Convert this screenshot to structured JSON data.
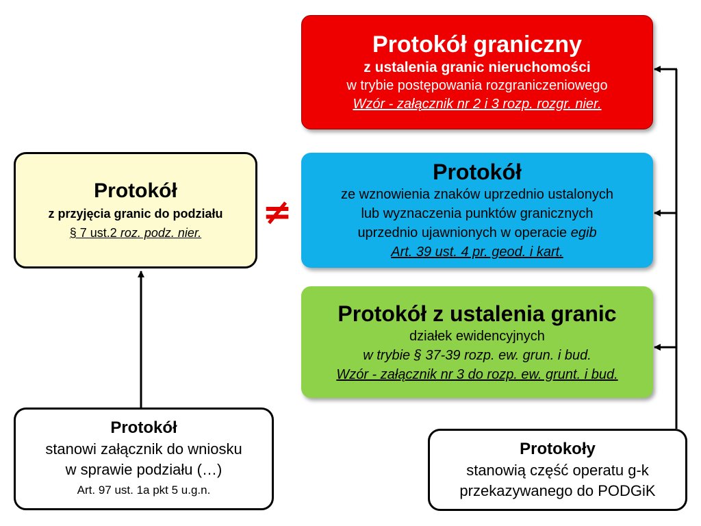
{
  "red_box": {
    "title": "Protokół graniczny",
    "subtitle": "z ustalenia granic nieruchomości",
    "line3": "w trybie postępowania rozgraniczeniowego",
    "line4": "Wzór - załącznik nr 2 i 3 rozp. rozgr. nier."
  },
  "blue_box": {
    "title": "Protokół",
    "line2": "ze wznowienia znaków uprzednio ustalonych",
    "line3": "lub wyznaczenia punktów granicznych",
    "line4a": "uprzednio  ujawnionych w operacie ",
    "line4b": "egib",
    "line5": "Art. 39 ust. 4 pr. geod. i kart."
  },
  "green_box": {
    "title": "Protokół z ustalenia granic",
    "line2": "działek ewidencyjnych",
    "line3": "w trybie § 37-39 rozp. ew. grun. i bud.",
    "line4": "Wzór - załącznik nr 3 do rozp. ew. grunt. i bud."
  },
  "yellow_box": {
    "title": "Protokół",
    "line2": "z przyjęcia granic do podziału",
    "line3a": "§ 7 ust.2 ",
    "line3b": "roz. podz. nier."
  },
  "bottom_left_box": {
    "title": "Protokół",
    "line2": "stanowi załącznik do wniosku",
    "line3": "w sprawie podziału (…)",
    "line4": "Art. 97 ust. 1a pkt 5 u.g.n."
  },
  "bottom_right_box": {
    "title": "Protokoły",
    "line2": "stanowią część operatu g-k",
    "line3": "przekazywanego do PODGiK"
  },
  "not_equal_symbol": "≠",
  "colors": {
    "red": "#ee0000",
    "blue": "#12b0ea",
    "green": "#8ed24a",
    "yellow": "#fdfbcf",
    "neq": "#e00000"
  }
}
